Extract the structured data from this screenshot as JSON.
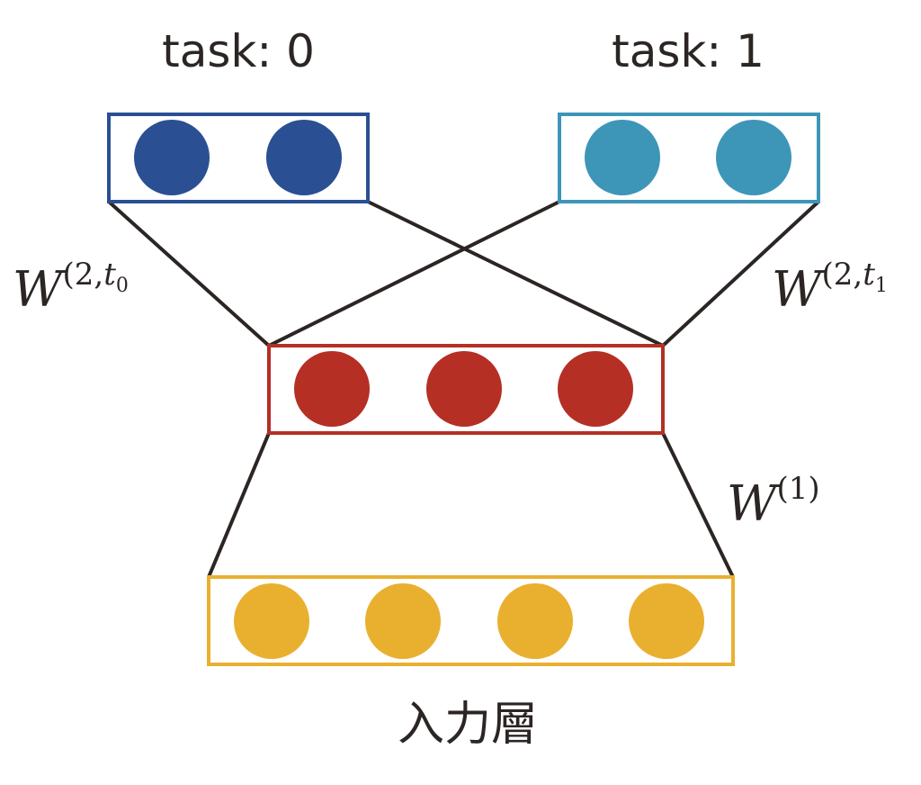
{
  "colors": {
    "task0": "#2a4f93",
    "task1": "#3d96b8",
    "hidden": "#b52f25",
    "input": "#e9b030",
    "line": "#2b2523"
  },
  "labels": {
    "task0": "task: 0",
    "task1": "task: 1",
    "input_layer": "入力層",
    "w_task0_base": "W",
    "w_task0_sup_open": "(2,",
    "w_task0_sup_t": "t",
    "w_task0_sup_sub": "0",
    "w_task1_base": "W",
    "w_task1_sup_open": "(2,",
    "w_task1_sup_t": "t",
    "w_task1_sup_sub": "1",
    "w1_base": "W",
    "w1_sup": "(1)"
  },
  "layers": {
    "task0_nodes": 2,
    "task1_nodes": 2,
    "hidden_nodes": 3,
    "input_nodes": 4
  }
}
